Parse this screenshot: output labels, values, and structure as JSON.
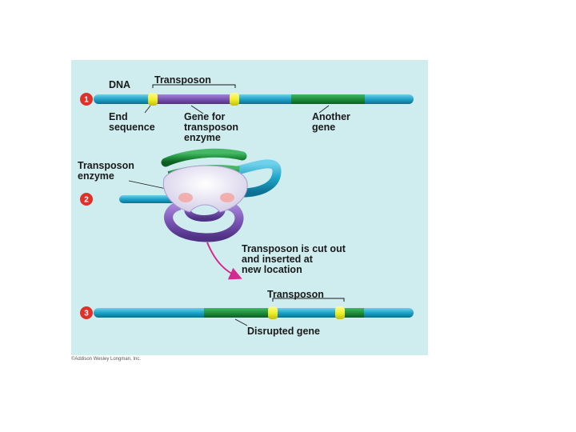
{
  "labels": {
    "dna": "DNA",
    "transposon_top": "Transposon",
    "end_sequence": [
      "End",
      "sequence"
    ],
    "gene_for_enzyme": [
      "Gene for",
      "transposon",
      "enzyme"
    ],
    "another_gene": [
      "Another",
      "gene"
    ],
    "transposon_enzyme": [
      "Transposon",
      "enzyme"
    ],
    "cut_inserted": [
      "Transposon is cut out",
      "and inserted at",
      "new location"
    ],
    "transposon_bottom": "Transposon",
    "disrupted_gene": "Disrupted gene"
  },
  "steps": [
    "1",
    "2",
    "3"
  ],
  "credit": "©Addison Wesley Longman, Inc.",
  "colors": {
    "background": "#cfecef",
    "dna": "#1fa3c9",
    "gene": "#1e8f3c",
    "transposon_gene": "#7b55b5",
    "end_sequence": "#f3f028",
    "enzyme": "#ece8f6",
    "step_circle": "#e0302a",
    "arrow": "#d52a8e"
  }
}
